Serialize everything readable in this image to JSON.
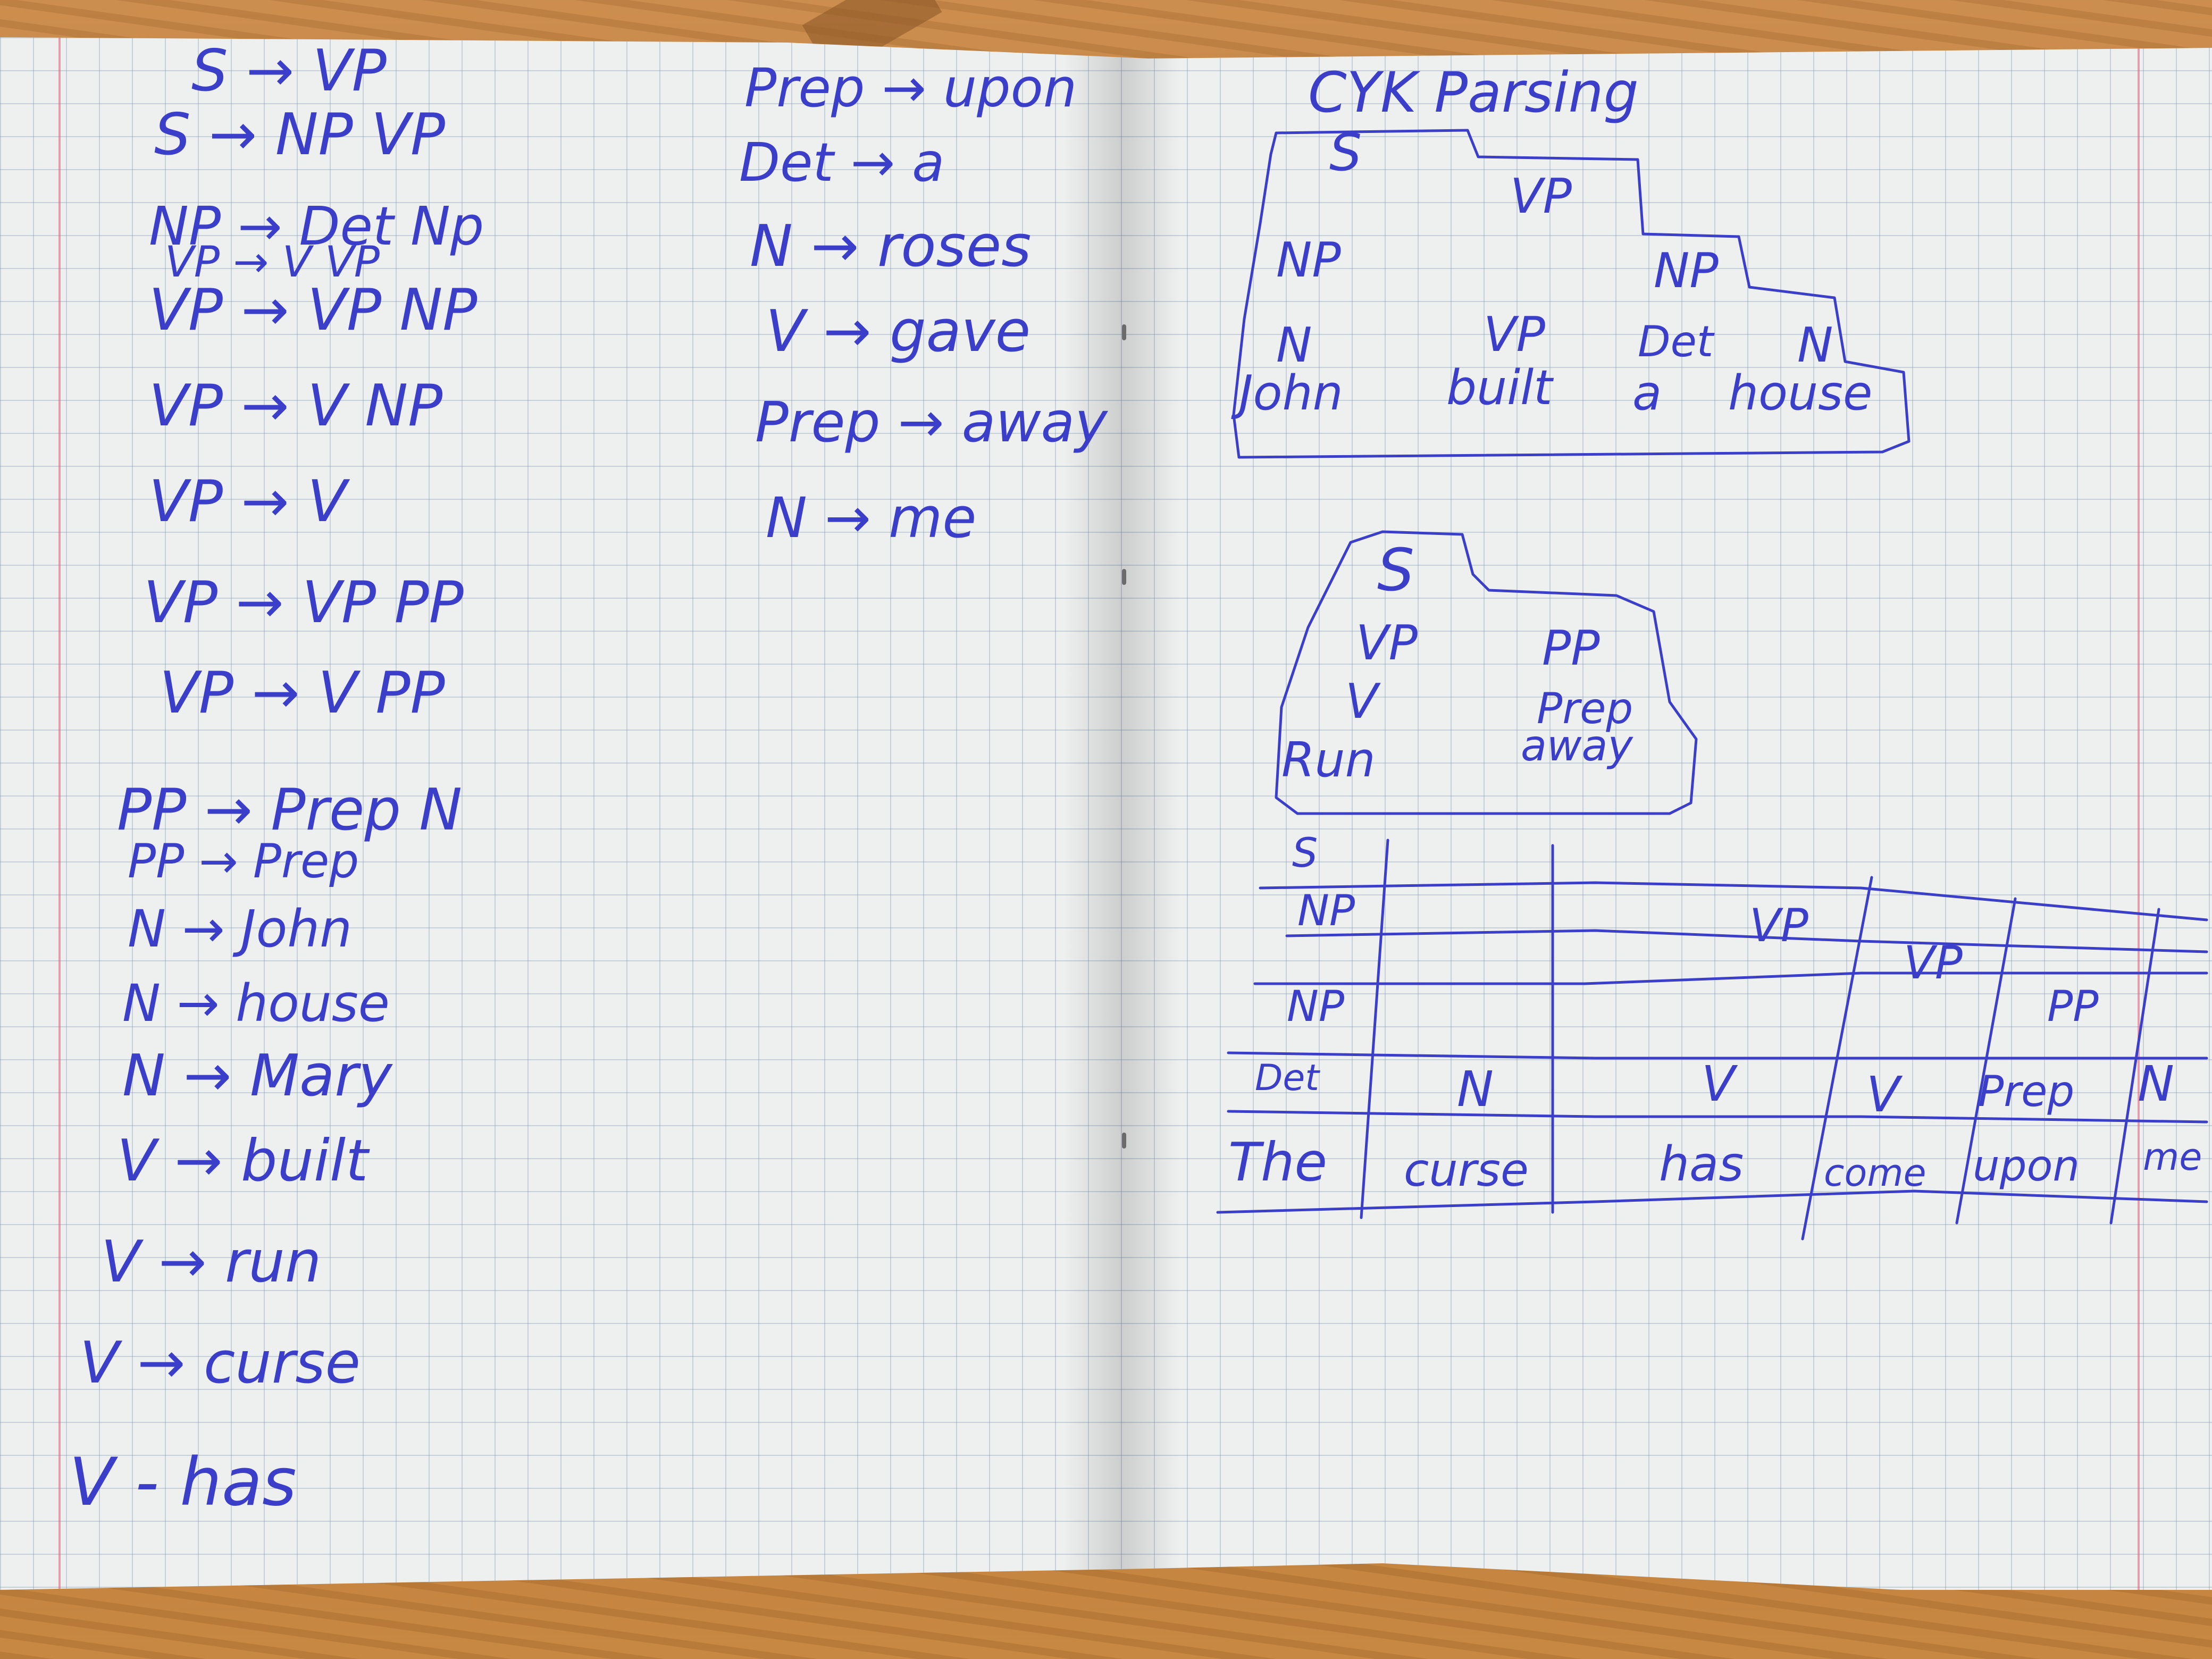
{
  "grammar_rules_left": [
    "S → VP",
    "S → NP VP",
    "NP → Det Np",
    "VP → V VP",
    "VP → VP NP",
    "VP → V NP",
    "VP → V",
    "VP → VP PP",
    "VP → V PP",
    "PP → Prep N",
    "PP → Prep",
    "N → John",
    "N → house",
    "N → Mary",
    "V → built",
    "V → run",
    "V → curse",
    "V - has"
  ],
  "grammar_rules_right": [
    "Prep → upon",
    "Det → a",
    "N → roses",
    "V → gave",
    "Prep → away",
    "N → me"
  ],
  "title": "CYK Parsing",
  "chart1": {
    "s": "S",
    "vp_top": "VP",
    "np_left": "NP",
    "np_right": "NP",
    "n1": "N",
    "vp_mid": "VP",
    "det": "Det",
    "n2": "N",
    "w1": "John",
    "w2": "built",
    "w3": "a",
    "w4": "house"
  },
  "chart2": {
    "s": "S",
    "vp": "VP",
    "pp": "PP",
    "v": "V",
    "prep": "Prep",
    "w1": "Run",
    "w2": "away"
  },
  "chart3": {
    "row_labels": [
      "S",
      "NP",
      "NP",
      "Det"
    ],
    "vp1": "VP",
    "vp2": "VP",
    "pp": "PP",
    "pos": [
      "N",
      "V",
      "V",
      "Prep",
      "N"
    ],
    "words": [
      "The",
      "curse",
      "has",
      "come",
      "upon",
      "me"
    ]
  },
  "colors": {
    "ink": "#3a3ec9",
    "paper": "#eef0ef",
    "margin": "#dc5a78",
    "table": "#b5793a"
  }
}
